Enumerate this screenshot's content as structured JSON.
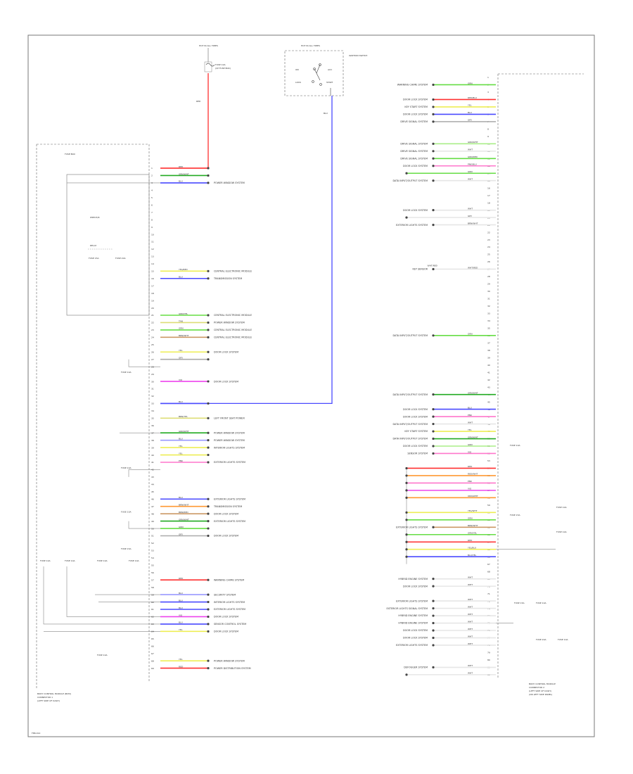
{
  "page": {
    "footer_code": "F88-012"
  },
  "colors": {
    "red": "#ff3030",
    "blue": "#4a4aff",
    "green": "#66dd44",
    "yellow": "#eeee55",
    "gray": "#aaaaaa",
    "magenta": "#ee44ee",
    "orange": "#ff9933",
    "pink": "#ff77cc",
    "white": "#e6e6e6",
    "lightgreen": "#aaee88",
    "darkgreen": "#22aa22",
    "lightblue": "#9999ff",
    "brown": "#cc9966",
    "tan": "#dddd77"
  },
  "top": {
    "hot_left": "HOT IN ALL TIMES",
    "fuse_left": "FUSE 10A",
    "fuse_left_desc": "(I/P FUSE BOX)",
    "hot_right": "HOT IN ALL TIMES",
    "switch_title": "IGNITION SWITCH",
    "switch_on": "ON",
    "switch_acc": "ACC",
    "switch_lock": "LOCK",
    "switch_start": "START",
    "wire_left": "RED",
    "wire_right": "BLU"
  },
  "left_module": {
    "fuse_block": "FUSE BOX",
    "ipdm": "IPDM E/R",
    "relay": "RELAY",
    "fuse_a": "FUSE 15A",
    "fuse_b": "FUSE 20A",
    "bottom_label": "FUSE 10A",
    "caption": [
      "BODY CONTROL MODULE (BCM)",
      "CONNECTOR 1",
      "(LEFT SIDE OF DASH)"
    ]
  },
  "left_rows": [
    {
      "pin": "1",
      "color": "red",
      "code": "RED",
      "text": ""
    },
    {
      "pin": "2",
      "color": "darkgreen",
      "code": "GRN/WHT",
      "text": ""
    },
    {
      "pin": "3",
      "color": "blue",
      "code": "BLU",
      "text": "POWER WINDOW SYSTEM"
    },
    {
      "pin": "4",
      "color": "",
      "code": "",
      "text": ""
    },
    {
      "pin": "5",
      "color": "",
      "code": "",
      "text": ""
    },
    {
      "pin": "6",
      "color": "",
      "code": "",
      "text": ""
    },
    {
      "pin": "7",
      "color": "",
      "code": "",
      "text": ""
    },
    {
      "pin": "8",
      "color": "",
      "code": "",
      "text": ""
    },
    {
      "pin": "9",
      "color": "",
      "code": "",
      "text": ""
    },
    {
      "pin": "10",
      "color": "",
      "code": "",
      "text": ""
    },
    {
      "pin": "11",
      "color": "",
      "code": "",
      "text": ""
    },
    {
      "pin": "12",
      "color": "",
      "code": "",
      "text": ""
    },
    {
      "pin": "13",
      "color": "",
      "code": "",
      "text": ""
    },
    {
      "pin": "14",
      "color": "",
      "code": "",
      "text": ""
    },
    {
      "pin": "15",
      "color": "yellow",
      "code": "YEL/RED",
      "text": "CENTRAL ELECTRONIC MODULE"
    },
    {
      "pin": "16",
      "color": "blue",
      "code": "BLU",
      "text": "TRANSMISSION SYSTEM"
    },
    {
      "pin": "17",
      "color": "",
      "code": "",
      "text": ""
    },
    {
      "pin": "18",
      "color": "",
      "code": "",
      "text": ""
    },
    {
      "pin": "19",
      "color": "",
      "code": "",
      "text": ""
    },
    {
      "pin": "20",
      "color": "",
      "code": "",
      "text": ""
    },
    {
      "pin": "21",
      "color": "green",
      "code": "GRN/YEL",
      "text": "CENTRAL ELECTRONIC MODULE"
    },
    {
      "pin": "22",
      "color": "tan",
      "code": "TAN",
      "text": "POWER WINDOW SYSTEM"
    },
    {
      "pin": "23",
      "color": "green",
      "code": "GRN",
      "text": "CENTRAL ELECTRONIC MODULE"
    },
    {
      "pin": "24",
      "color": "brown",
      "code": "BRN/WHT",
      "text": "CENTRAL ELECTRONIC MODULE"
    },
    {
      "pin": "25",
      "color": "",
      "code": "",
      "text": ""
    },
    {
      "pin": "26",
      "color": "yellow",
      "code": "YEL",
      "text": "DOOR LOCK SYSTEM"
    },
    {
      "pin": "27",
      "color": "gray",
      "code": "GRY",
      "text": ""
    },
    {
      "pin": "28",
      "color": "",
      "code": "",
      "text": ""
    },
    {
      "pin": "29",
      "color": "",
      "code": "",
      "text": ""
    },
    {
      "pin": "30",
      "color": "magenta",
      "code": "VIO",
      "text": "DOOR LOCK SYSTEM"
    },
    {
      "pin": "31",
      "color": "",
      "code": "",
      "text": ""
    },
    {
      "pin": "32",
      "color": "",
      "code": "",
      "text": ""
    },
    {
      "pin": "33",
      "color": "blue",
      "code": "BLU",
      "text": ""
    },
    {
      "pin": "34",
      "color": "",
      "code": "",
      "text": ""
    },
    {
      "pin": "35",
      "color": "tan",
      "code": "BRN/YEL",
      "text": "LEFT FRONT SEAT POWER"
    },
    {
      "pin": "36",
      "color": "",
      "code": "",
      "text": ""
    },
    {
      "pin": "37",
      "color": "darkgreen",
      "code": "GRN/WHT",
      "text": "POWER WINDOW SYSTEM"
    },
    {
      "pin": "38",
      "color": "lightblue",
      "code": "BLU",
      "text": "POWER WINDOW SYSTEM"
    },
    {
      "pin": "39",
      "color": "yellow",
      "code": "YEL",
      "text": "INTERIOR LIGHTS SYSTEM"
    },
    {
      "pin": "40",
      "color": "yellow",
      "code": "YEL",
      "text": ""
    },
    {
      "pin": "41",
      "color": "pink",
      "code": "PNK",
      "text": "EXTERIOR LIGHTS SYSTEM"
    },
    {
      "pin": "42",
      "color": "",
      "code": "",
      "text": ""
    },
    {
      "pin": "43",
      "color": "",
      "code": "",
      "text": ""
    },
    {
      "pin": "44",
      "color": "",
      "code": "",
      "text": ""
    },
    {
      "pin": "45",
      "color": "",
      "code": "",
      "text": ""
    },
    {
      "pin": "46",
      "color": "blue",
      "code": "BLU",
      "text": "EXTERIOR LIGHTS SYSTEM"
    },
    {
      "pin": "47",
      "color": "orange",
      "code": "BRN/WHT",
      "text": "TRANSMISSION SYSTEM"
    },
    {
      "pin": "48",
      "color": "brown",
      "code": "BRN/RED",
      "text": "DOOR LOCK SYSTEM"
    },
    {
      "pin": "49",
      "color": "darkgreen",
      "code": "GRN/WHT",
      "text": "EXTERIOR LIGHTS SYSTEM"
    },
    {
      "pin": "50",
      "color": "green",
      "code": "GRN",
      "text": ""
    },
    {
      "pin": "51",
      "color": "gray",
      "code": "GRY",
      "text": "DOOR LOCK SYSTEM"
    },
    {
      "pin": "52",
      "color": "",
      "code": "",
      "text": ""
    },
    {
      "pin": "53",
      "color": "",
      "code": "",
      "text": ""
    },
    {
      "pin": "54",
      "color": "",
      "code": "",
      "text": ""
    },
    {
      "pin": "55",
      "color": "",
      "code": "",
      "text": ""
    },
    {
      "pin": "56",
      "color": "",
      "code": "",
      "text": ""
    },
    {
      "pin": "57",
      "color": "red",
      "code": "RED",
      "text": "WARNING CHIME SYSTEM"
    },
    {
      "pin": "58",
      "color": "",
      "code": "",
      "text": ""
    },
    {
      "pin": "59",
      "color": "lightblue",
      "code": "BLU",
      "text": "SECURITY SYSTEM"
    },
    {
      "pin": "60",
      "color": "blue",
      "code": "BLU",
      "text": "INTERIOR LIGHTS SYSTEM"
    },
    {
      "pin": "61",
      "color": "blue",
      "code": "BLU",
      "text": "EXTERIOR LIGHTS SYSTEM"
    },
    {
      "pin": "62",
      "color": "magenta",
      "code": "VIO",
      "text": "DOOR LOCK SYSTEM"
    },
    {
      "pin": "63",
      "color": "blue",
      "code": "BLU",
      "text": "SENSOR CONTROL SYSTEM"
    },
    {
      "pin": "64",
      "color": "yellow",
      "code": "YEL",
      "text": "DOOR LOCK SYSTEM"
    },
    {
      "pin": "65",
      "color": "",
      "code": "",
      "text": ""
    },
    {
      "pin": "66",
      "color": "",
      "code": "",
      "text": ""
    },
    {
      "pin": "67",
      "color": "",
      "code": "",
      "text": ""
    },
    {
      "pin": "68",
      "color": "yellow",
      "code": "YEL",
      "text": "POWER WINDOW SYSTEM"
    },
    {
      "pin": "69",
      "color": "red",
      "code": "RED",
      "text": "POWER DISTRIBUTION SYSTEM"
    }
  ],
  "left_fuse_labels": [
    {
      "r": 29,
      "text": "FUSE 10A"
    },
    {
      "r": 42,
      "text": "FUSE 10A"
    },
    {
      "r": 48,
      "text": "FUSE 10A"
    },
    {
      "r": 53,
      "text": "FUSE 15A"
    }
  ],
  "bottom_fuses": [
    "FUSE 10A",
    "FUSE 10A",
    "FUSE 10A",
    "FUSE 10A"
  ],
  "right_rows": [
    {
      "pin": "1",
      "color": "",
      "code": "",
      "text": ""
    },
    {
      "pin": "2",
      "color": "green",
      "code": "GRN",
      "text": "WARNING CHIME SYSTEM"
    },
    {
      "pin": "3",
      "color": "",
      "code": "",
      "text": ""
    },
    {
      "pin": "4",
      "color": "red",
      "code": "RED/BLU",
      "text": "DOOR LOCK SYSTEM"
    },
    {
      "pin": "5",
      "color": "yellow",
      "code": "YEL",
      "text": "KEY START SYSTEM"
    },
    {
      "pin": "6",
      "color": "blue",
      "code": "BLU",
      "text": "DOOR LOCK SYSTEM"
    },
    {
      "pin": "7",
      "color": "gray",
      "code": "GRY",
      "text": "DRIVE SIGNAL SYSTEM"
    },
    {
      "pin": "8",
      "color": "",
      "code": "",
      "text": ""
    },
    {
      "pin": "9",
      "color": "",
      "code": "",
      "text": ""
    },
    {
      "pin": "10",
      "color": "lightgreen",
      "code": "GRN/WHT",
      "text": "DRIVE SIGNAL SYSTEM"
    },
    {
      "pin": "11",
      "color": "white",
      "code": "WHT",
      "text": "DRIVE SIGNAL SYSTEM"
    },
    {
      "pin": "12",
      "color": "green",
      "code": "GRN/RED",
      "text": "DRIVE SIGNAL SYSTEM"
    },
    {
      "pin": "13",
      "color": "pink",
      "code": "PNK/BLU",
      "text": "DOOR LOCK SYSTEM"
    },
    {
      "pin": "14",
      "color": "green",
      "code": "GRN",
      "text": ""
    },
    {
      "pin": "15",
      "color": "white",
      "code": "WHT",
      "text": "DATA INPUT/OUTPUT SYSTEM"
    },
    {
      "pin": "16",
      "color": "",
      "code": "",
      "text": ""
    },
    {
      "pin": "17",
      "color": "",
      "code": "",
      "text": ""
    },
    {
      "pin": "18",
      "color": "",
      "code": "",
      "text": ""
    },
    {
      "pin": "19",
      "color": "white",
      "code": "WHT",
      "text": "DOOR LOCK SYSTEM"
    },
    {
      "pin": "20",
      "color": "white",
      "code": "GRY",
      "text": ""
    },
    {
      "pin": "21",
      "color": "white",
      "code": "BRN/WHT",
      "text": "EXTERIOR LIGHTS SYSTEM"
    },
    {
      "pin": "22",
      "color": "",
      "code": "",
      "text": ""
    },
    {
      "pin": "23",
      "color": "",
      "code": "",
      "text": ""
    },
    {
      "pin": "24",
      "color": "",
      "code": "",
      "text": ""
    },
    {
      "pin": "25",
      "color": "",
      "code": "",
      "text": ""
    },
    {
      "pin": "26",
      "color": "",
      "code": "",
      "text": ""
    },
    {
      "pin": "27",
      "color": "white",
      "code": "WHT/RED",
      "text": "KEY SENSOR"
    },
    {
      "pin": "28",
      "color": "",
      "code": "",
      "text": ""
    },
    {
      "pin": "29",
      "color": "",
      "code": "",
      "text": ""
    },
    {
      "pin": "30",
      "color": "",
      "code": "",
      "text": ""
    },
    {
      "pin": "31",
      "color": "",
      "code": "",
      "text": ""
    },
    {
      "pin": "32",
      "color": "",
      "code": "",
      "text": ""
    },
    {
      "pin": "33",
      "color": "",
      "code": "",
      "text": ""
    },
    {
      "pin": "34",
      "color": "",
      "code": "",
      "text": ""
    },
    {
      "pin": "35",
      "color": "",
      "code": "",
      "text": ""
    },
    {
      "pin": "36",
      "color": "green",
      "code": "GRN",
      "text": "DATA INPUT/OUTPUT SYSTEM"
    },
    {
      "pin": "37",
      "color": "",
      "code": "",
      "text": ""
    },
    {
      "pin": "38",
      "color": "",
      "code": "",
      "text": ""
    },
    {
      "pin": "39",
      "color": "",
      "code": "",
      "text": ""
    },
    {
      "pin": "40",
      "color": "",
      "code": "",
      "text": ""
    },
    {
      "pin": "41",
      "color": "",
      "code": "",
      "text": ""
    },
    {
      "pin": "42",
      "color": "",
      "code": "",
      "text": ""
    },
    {
      "pin": "43",
      "color": "",
      "code": "",
      "text": ""
    },
    {
      "pin": "44",
      "color": "darkgreen",
      "code": "GRN/WHT",
      "text": "DATA INPUT/OUTPUT SYSTEM"
    },
    {
      "pin": "45",
      "color": "",
      "code": "",
      "text": ""
    },
    {
      "pin": "46",
      "color": "blue",
      "code": "BLU",
      "text": "DOOR LOCK SYSTEM"
    },
    {
      "pin": "47",
      "color": "pink",
      "code": "PNK",
      "text": "DOOR LOCK SYSTEM"
    },
    {
      "pin": "48",
      "color": "white",
      "code": "WHT",
      "text": "DATA INPUT/OUTPUT SYSTEM"
    },
    {
      "pin": "49",
      "color": "yellow",
      "code": "YEL",
      "text": "KEY START SYSTEM"
    },
    {
      "pin": "50",
      "color": "darkgreen",
      "code": "GRN/WHT",
      "text": "DATA INPUT/OUTPUT SYSTEM"
    },
    {
      "pin": "51",
      "color": "lightgreen",
      "code": "GRN",
      "text": "DOOR LOCK SYSTEM"
    },
    {
      "pin": "52",
      "color": "pink",
      "code": "VIO",
      "text": "SENSOR SYSTEM"
    },
    {
      "pin": "53",
      "color": "",
      "code": "",
      "text": ""
    },
    {
      "pin": "54",
      "color": "red",
      "code": "RED",
      "text": ""
    },
    {
      "pin": "55",
      "color": "orange",
      "code": "RED/WHT",
      "text": ""
    },
    {
      "pin": "56",
      "color": "pink",
      "code": "PNK",
      "text": ""
    },
    {
      "pin": "57",
      "color": "magenta",
      "code": "VIO",
      "text": ""
    },
    {
      "pin": "58",
      "color": "orange",
      "code": "ORN/WHT",
      "text": ""
    },
    {
      "pin": "59",
      "color": "",
      "code": "",
      "text": ""
    },
    {
      "pin": "60",
      "color": "yellow",
      "code": "YEL/WHT",
      "text": ""
    },
    {
      "pin": "61",
      "color": "green",
      "code": "GRN",
      "text": ""
    },
    {
      "pin": "62",
      "color": "brown",
      "code": "BRN/WHT",
      "text": "EXTERIOR LIGHTS SYSTEM"
    },
    {
      "pin": "63",
      "color": "green",
      "code": "GRN/YEL",
      "text": ""
    },
    {
      "pin": "64",
      "color": "red",
      "code": "RED",
      "text": ""
    },
    {
      "pin": "65",
      "color": "yellow",
      "code": "YEL/BLU",
      "text": ""
    },
    {
      "pin": "66",
      "color": "blue",
      "code": "BLU/YEL",
      "text": ""
    },
    {
      "pin": "67",
      "color": "",
      "code": "",
      "text": ""
    },
    {
      "pin": "68",
      "color": "",
      "code": "",
      "text": ""
    },
    {
      "pin": "69",
      "color": "white",
      "code": "WHT",
      "text": "HYBRID ENGINE SYSTEM"
    },
    {
      "pin": "70",
      "color": "white",
      "code": "WHT",
      "text": "DOOR LOCK SYSTEM"
    },
    {
      "pin": "71",
      "color": "",
      "code": "",
      "text": ""
    },
    {
      "pin": "72",
      "color": "white",
      "code": "WHT",
      "text": "EXTERIOR LIGHTS SYSTEM"
    },
    {
      "pin": "73",
      "color": "white",
      "code": "WHT",
      "text": "EXTERIOR LIGHTS SIGNAL SYSTEM"
    },
    {
      "pin": "74",
      "color": "white",
      "code": "WHT",
      "text": "HYBRID ENGINE SYSTEM"
    },
    {
      "pin": "75",
      "color": "white",
      "code": "WHT",
      "text": "HYBRID ENGINE SYSTEM"
    },
    {
      "pin": "76",
      "color": "white",
      "code": "WHT",
      "text": "DOOR LOCK SYSTEM"
    },
    {
      "pin": "77",
      "color": "white",
      "code": "WHT",
      "text": "DOOR LOCK SYSTEM"
    },
    {
      "pin": "78",
      "color": "white",
      "code": "WHT",
      "text": "EXTERIOR LIGHTS SYSTEM"
    },
    {
      "pin": "79",
      "color": "",
      "code": "",
      "text": ""
    },
    {
      "pin": "80",
      "color": "",
      "code": "",
      "text": ""
    },
    {
      "pin": "81",
      "color": "white",
      "code": "WHT",
      "text": "DEFOGGER SYSTEM"
    },
    {
      "pin": "82",
      "color": "white",
      "code": "WHT",
      "text": ""
    }
  ],
  "right_fuse_labels": [
    "FUSE 10A",
    "FUSE 15A",
    "FUSE 10A",
    "FUSE 10A",
    "FUSE 15A",
    "FUSE 10A",
    "FUSE 20A",
    "FUSE 10A"
  ],
  "right_module": {
    "caption": [
      "BODY CONTROL MODULE",
      "CONNECTOR 2",
      "(LEFT SIDE OF DASH)",
      "(ON LEFT SIDE PANEL)"
    ]
  }
}
